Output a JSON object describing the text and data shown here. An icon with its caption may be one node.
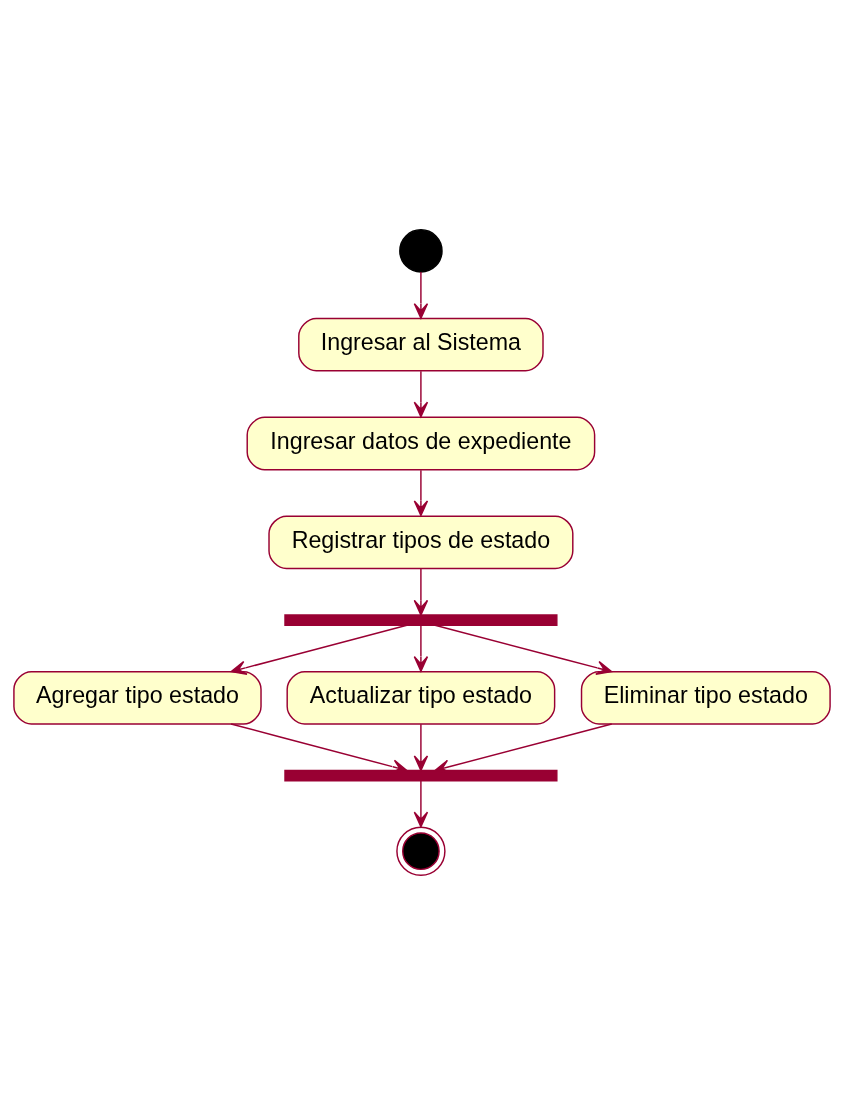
{
  "diagram": {
    "nodes": [
      {
        "text": [],
        "shape": "circle"
      },
      {
        "text": [
          "Ingresar al Sistema"
        ]
      },
      {
        "text": [
          "Ingresar datos de expediente"
        ]
      },
      {
        "text": [
          "Registrar tipos de estado"
        ]
      },
      {
        "text": [],
        "shape": "bar"
      },
      {
        "text": [
          "Agregar tipo estado"
        ]
      },
      {
        "text": [
          "Actualizar tipo estado"
        ]
      },
      {
        "text": [
          "Eliminar tipo estado"
        ]
      },
      {
        "text": [],
        "shape": "bar"
      },
      {
        "text": [],
        "shape": "doublecircle"
      }
    ],
    "edges": [
      {
        "from": 0,
        "to": 1,
        "arrow": "to"
      },
      {
        "from": 1,
        "to": 2,
        "arrow": "to"
      },
      {
        "from": 2,
        "to": 3,
        "arrow": "to"
      },
      {
        "from": 3,
        "to": 4,
        "arrow": "to"
      },
      {
        "from": 4,
        "to": 5,
        "arrow": "to"
      },
      {
        "from": 4,
        "to": 6,
        "arrow": "to"
      },
      {
        "from": 4,
        "to": 7,
        "arrow": "to"
      },
      {
        "from": 5,
        "to": 8,
        "arrow": "to"
      },
      {
        "from": 6,
        "to": 8,
        "arrow": "to"
      },
      {
        "from": 7,
        "to": 8,
        "arrow": "to"
      },
      {
        "from": 8,
        "to": 9,
        "arrow": "to"
      }
    ]
  }
}
